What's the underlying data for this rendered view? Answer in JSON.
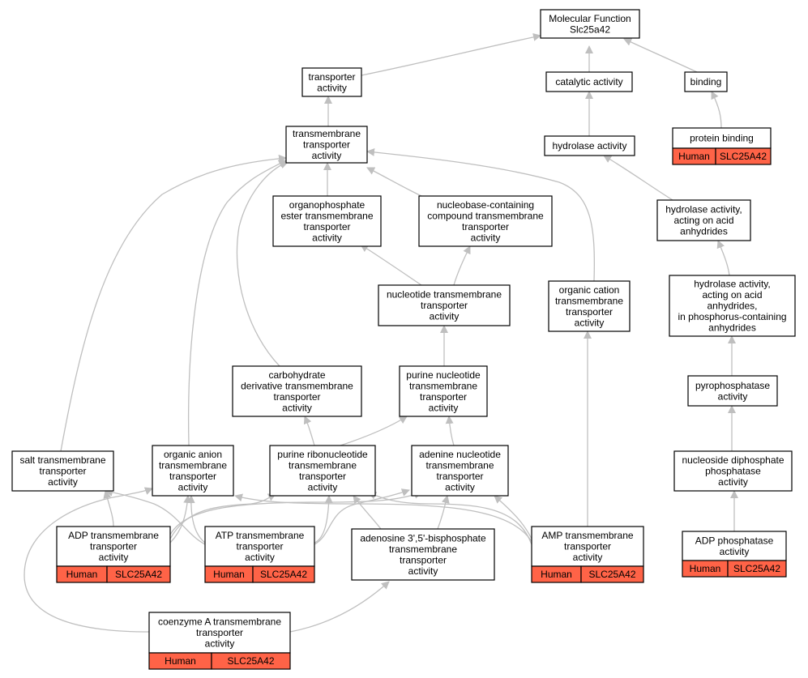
{
  "graph": {
    "nodes": [
      {
        "id": "mf",
        "lines": [
          "Molecular Function",
          "Slc25a42"
        ]
      },
      {
        "id": "transporter",
        "lines": [
          "transporter",
          "activity"
        ]
      },
      {
        "id": "catalytic",
        "lines": [
          "catalytic activity"
        ]
      },
      {
        "id": "binding",
        "lines": [
          "binding"
        ]
      },
      {
        "id": "protein_binding",
        "lines": [
          "protein binding"
        ],
        "tags": [
          "Human",
          "SLC25A42"
        ]
      },
      {
        "id": "tm_transporter",
        "lines": [
          "transmembrane",
          "transporter",
          "activity"
        ]
      },
      {
        "id": "hydrolase",
        "lines": [
          "hydrolase activity"
        ]
      },
      {
        "id": "hydrolase_acid",
        "lines": [
          "hydrolase activity,",
          "acting on acid",
          "anhydrides"
        ]
      },
      {
        "id": "organophosphate",
        "lines": [
          "organophosphate",
          "ester transmembrane",
          "transporter",
          "activity"
        ]
      },
      {
        "id": "nucleobase",
        "lines": [
          "nucleobase-containing",
          "compound transmembrane",
          "transporter",
          "activity"
        ]
      },
      {
        "id": "hydrolase_phos",
        "lines": [
          "hydrolase activity,",
          "acting on acid",
          "anhydrides,",
          "in phosphorus-containing",
          "anhydrides"
        ]
      },
      {
        "id": "nucleotide_tm",
        "lines": [
          "nucleotide transmembrane",
          "transporter",
          "activity"
        ]
      },
      {
        "id": "organic_cation",
        "lines": [
          "organic cation",
          "transmembrane",
          "transporter",
          "activity"
        ]
      },
      {
        "id": "pyrophosphatase",
        "lines": [
          "pyrophosphatase",
          "activity"
        ]
      },
      {
        "id": "carbohydrate",
        "lines": [
          "carbohydrate",
          "derivative transmembrane",
          "transporter",
          "activity"
        ]
      },
      {
        "id": "purine_nucleotide",
        "lines": [
          "purine nucleotide",
          "transmembrane",
          "transporter",
          "activity"
        ]
      },
      {
        "id": "nucleoside_diphos",
        "lines": [
          "nucleoside diphosphate",
          "phosphatase",
          "activity"
        ]
      },
      {
        "id": "salt_tm",
        "lines": [
          "salt transmembrane",
          "transporter",
          "activity"
        ]
      },
      {
        "id": "organic_anion",
        "lines": [
          "organic anion",
          "transmembrane",
          "transporter",
          "activity"
        ]
      },
      {
        "id": "purine_ribo",
        "lines": [
          "purine ribonucleotide",
          "transmembrane",
          "transporter",
          "activity"
        ]
      },
      {
        "id": "adenine_nuc",
        "lines": [
          "adenine nucleotide",
          "transmembrane",
          "transporter",
          "activity"
        ]
      },
      {
        "id": "adp_tm",
        "lines": [
          "ADP transmembrane",
          "transporter",
          "activity"
        ],
        "tags": [
          "Human",
          "SLC25A42"
        ]
      },
      {
        "id": "atp_tm",
        "lines": [
          "ATP transmembrane",
          "transporter",
          "activity"
        ],
        "tags": [
          "Human",
          "SLC25A42"
        ]
      },
      {
        "id": "adenosine_bis",
        "lines": [
          "adenosine 3',5'-bisphosphate",
          "transmembrane",
          "transporter",
          "activity"
        ]
      },
      {
        "id": "amp_tm",
        "lines": [
          "AMP transmembrane",
          "transporter",
          "activity"
        ],
        "tags": [
          "Human",
          "SLC25A42"
        ]
      },
      {
        "id": "adp_phosphatase",
        "lines": [
          "ADP phosphatase",
          "activity"
        ],
        "tags": [
          "Human",
          "SLC25A42"
        ]
      },
      {
        "id": "coa_tm",
        "lines": [
          "coenzyme A transmembrane",
          "transporter",
          "activity"
        ],
        "tags": [
          "Human",
          "SLC25A42"
        ]
      }
    ],
    "edges": [
      {
        "from": "transporter",
        "to": "mf"
      },
      {
        "from": "catalytic",
        "to": "mf"
      },
      {
        "from": "binding",
        "to": "mf"
      },
      {
        "from": "protein_binding",
        "to": "binding"
      },
      {
        "from": "tm_transporter",
        "to": "transporter"
      },
      {
        "from": "hydrolase",
        "to": "catalytic"
      },
      {
        "from": "hydrolase_acid",
        "to": "hydrolase"
      },
      {
        "from": "hydrolase_phos",
        "to": "hydrolase_acid"
      },
      {
        "from": "pyrophosphatase",
        "to": "hydrolase_phos"
      },
      {
        "from": "nucleoside_diphos",
        "to": "pyrophosphatase"
      },
      {
        "from": "adp_phosphatase",
        "to": "nucleoside_diphos"
      },
      {
        "from": "organophosphate",
        "to": "tm_transporter"
      },
      {
        "from": "nucleobase",
        "to": "tm_transporter"
      },
      {
        "from": "organic_cation",
        "to": "tm_transporter"
      },
      {
        "from": "carbohydrate",
        "to": "tm_transporter"
      },
      {
        "from": "salt_tm",
        "to": "tm_transporter"
      },
      {
        "from": "organic_anion",
        "to": "tm_transporter"
      },
      {
        "from": "nucleotide_tm",
        "to": "organophosphate"
      },
      {
        "from": "nucleotide_tm",
        "to": "nucleobase"
      },
      {
        "from": "purine_nucleotide",
        "to": "nucleotide_tm"
      },
      {
        "from": "amp_tm",
        "to": "organic_cation"
      },
      {
        "from": "purine_ribo",
        "to": "carbohydrate"
      },
      {
        "from": "purine_ribo",
        "to": "purine_nucleotide"
      },
      {
        "from": "adenine_nuc",
        "to": "purine_nucleotide"
      },
      {
        "from": "adp_tm",
        "to": "salt_tm"
      },
      {
        "from": "adp_tm",
        "to": "organic_anion"
      },
      {
        "from": "adp_tm",
        "to": "purine_ribo"
      },
      {
        "from": "adp_tm",
        "to": "adenine_nuc"
      },
      {
        "from": "atp_tm",
        "to": "organic_anion"
      },
      {
        "from": "atp_tm",
        "to": "salt_tm"
      },
      {
        "from": "atp_tm",
        "to": "purine_ribo"
      },
      {
        "from": "atp_tm",
        "to": "adenine_nuc"
      },
      {
        "from": "adenosine_bis",
        "to": "purine_ribo"
      },
      {
        "from": "adenosine_bis",
        "to": "adenine_nuc"
      },
      {
        "from": "amp_tm",
        "to": "purine_ribo"
      },
      {
        "from": "amp_tm",
        "to": "adenine_nuc"
      },
      {
        "from": "amp_tm",
        "to": "organic_anion"
      },
      {
        "from": "coa_tm",
        "to": "organic_anion"
      },
      {
        "from": "coa_tm",
        "to": "adenosine_bis"
      }
    ]
  }
}
